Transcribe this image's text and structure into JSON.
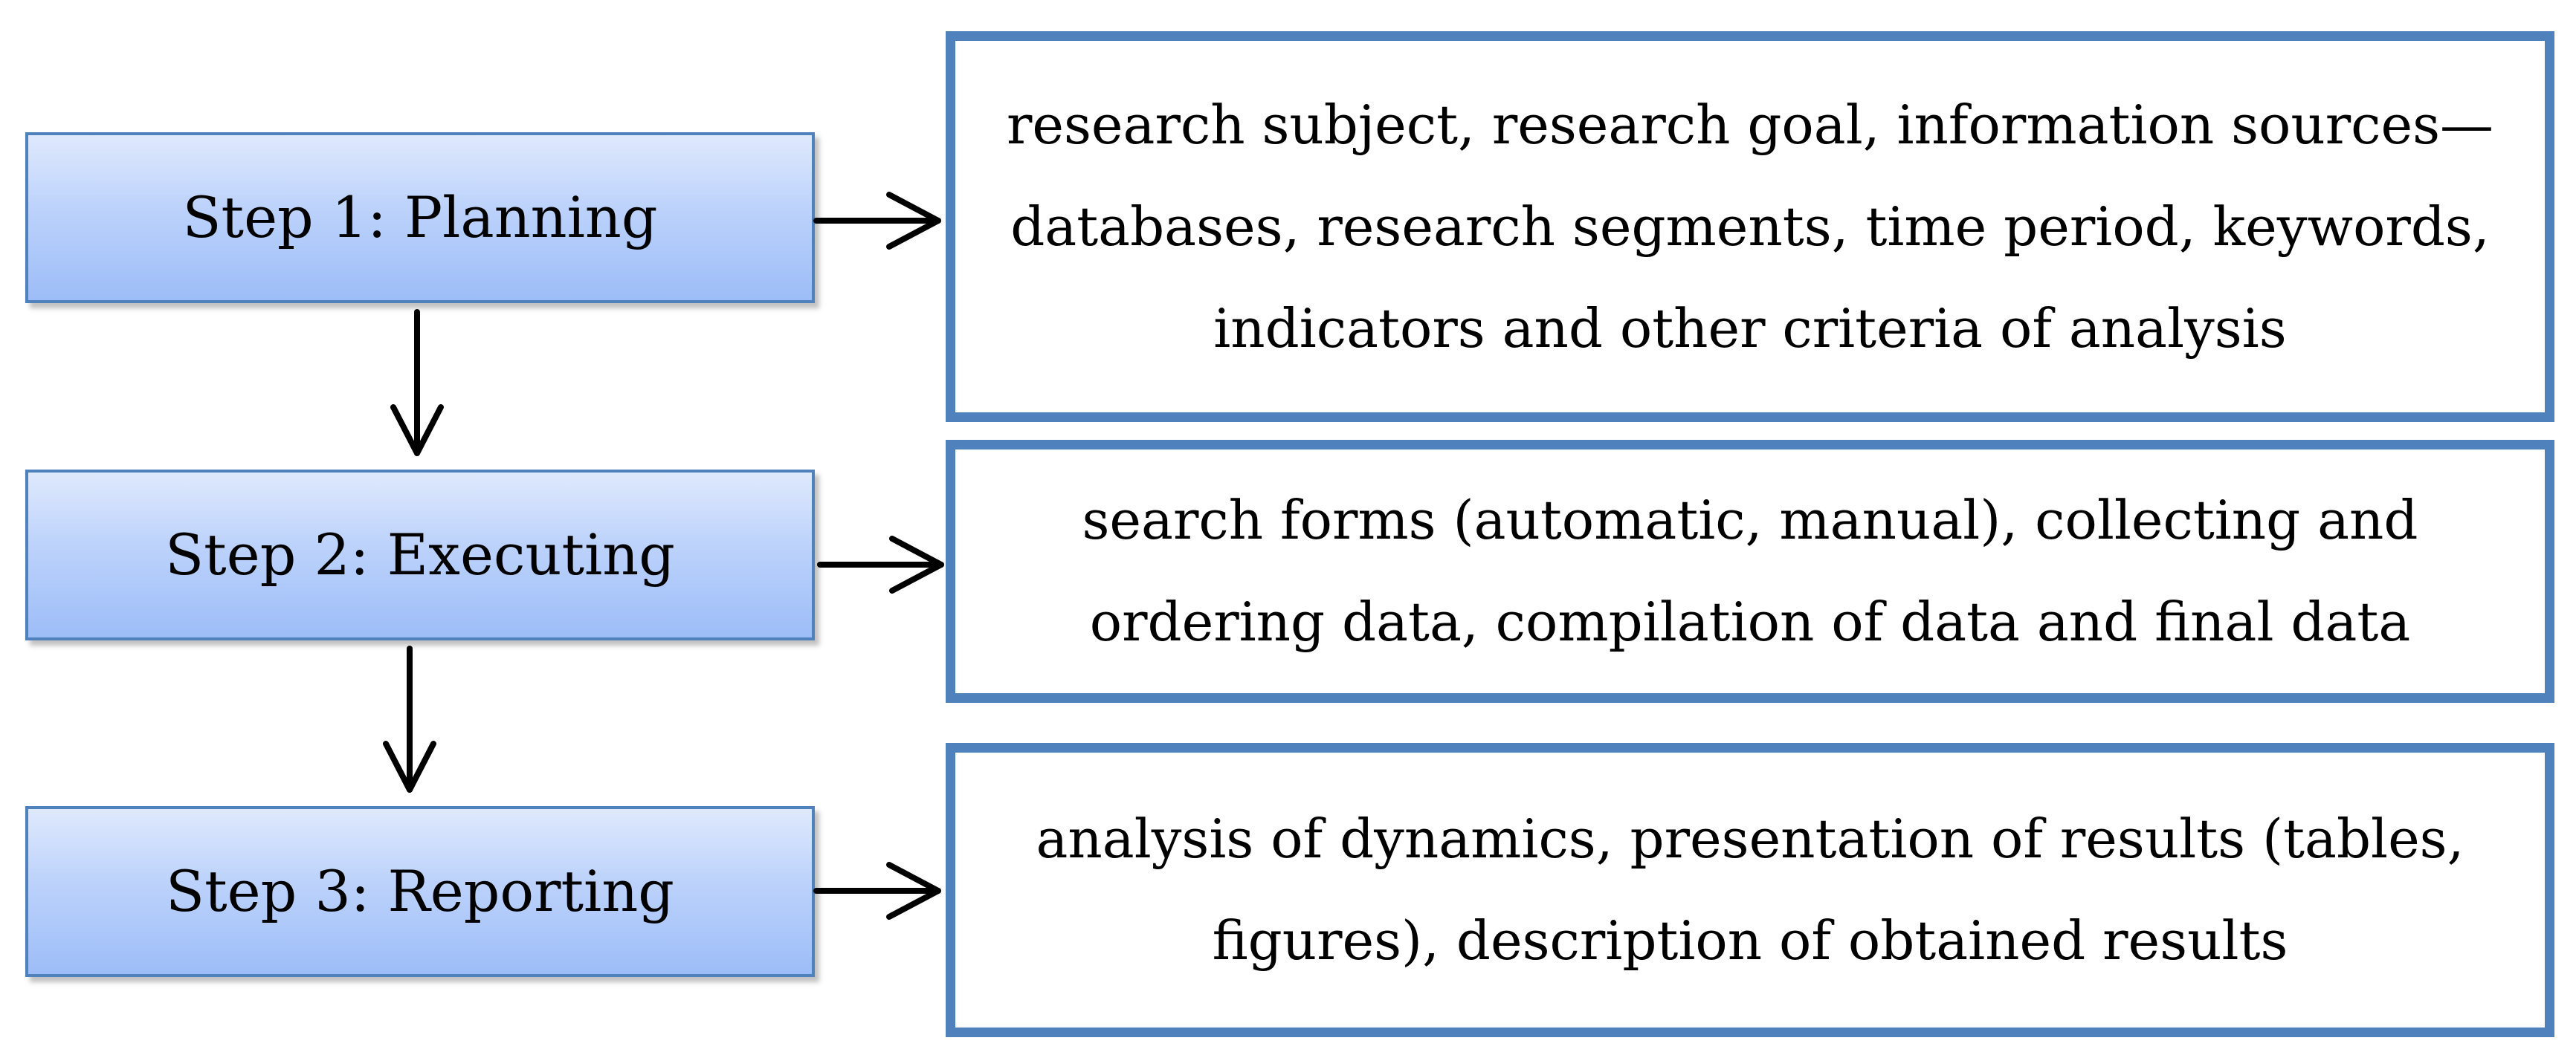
{
  "steps": [
    {
      "label": "Step 1: Planning",
      "description": [
        "research subject, research goal, information sources—",
        "databases, research segments, time period, keywords,",
        "indicators and other criteria of analysis"
      ]
    },
    {
      "label": "Step 2: Executing",
      "description": [
        "search forms (automatic, manual), collecting and",
        "ordering data, compilation of data and final data"
      ]
    },
    {
      "label": "Step 3: Reporting",
      "description": [
        "analysis of dynamics, presentation of results (tables,",
        "figures), description of obtained results"
      ]
    }
  ],
  "colors": {
    "box_border": "#4f81bd",
    "step_fill_top": "#dfe9fd",
    "step_fill_bottom": "#9dbdf8",
    "arrow": "#000000",
    "text": "#000000"
  }
}
